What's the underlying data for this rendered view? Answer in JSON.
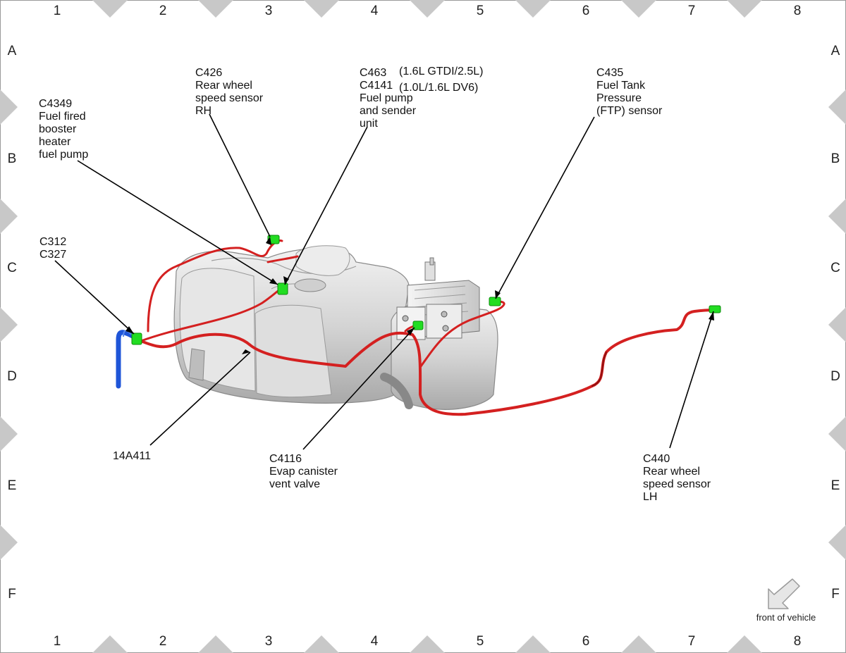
{
  "grid": {
    "columns": [
      "1",
      "2",
      "3",
      "4",
      "5",
      "6",
      "7",
      "8"
    ],
    "rows": [
      "A",
      "B",
      "C",
      "D",
      "E",
      "F"
    ]
  },
  "callouts": {
    "c4349": [
      "C4349",
      "Fuel fired",
      "booster",
      "heater",
      "fuel pump"
    ],
    "c426": [
      "C426",
      "Rear wheel",
      "speed sensor",
      "RH"
    ],
    "c463": [
      "C463",
      "C4141",
      "Fuel pump",
      "and sender",
      "unit"
    ],
    "c463_note1": "(1.6L GTDI/2.5L)",
    "c463_note2": "(1.0L/1.6L DV6)",
    "c435": [
      "C435",
      "Fuel Tank",
      "Pressure",
      "(FTP) sensor"
    ],
    "c312": [
      "C312",
      "C327"
    ],
    "part14a411": [
      "14A411"
    ],
    "c4116": [
      "C4116",
      "Evap canister",
      "vent valve"
    ],
    "c440": [
      "C440",
      "Rear wheel",
      "speed sensor",
      "LH"
    ]
  },
  "front_indicator": {
    "label": "front of vehicle"
  },
  "colors": {
    "harness": "#d42020",
    "connector": "#22dd22",
    "blue_harness": "#1f55d8",
    "tank": "#d9d9d9",
    "grid_marker": "#c8c8c8"
  }
}
